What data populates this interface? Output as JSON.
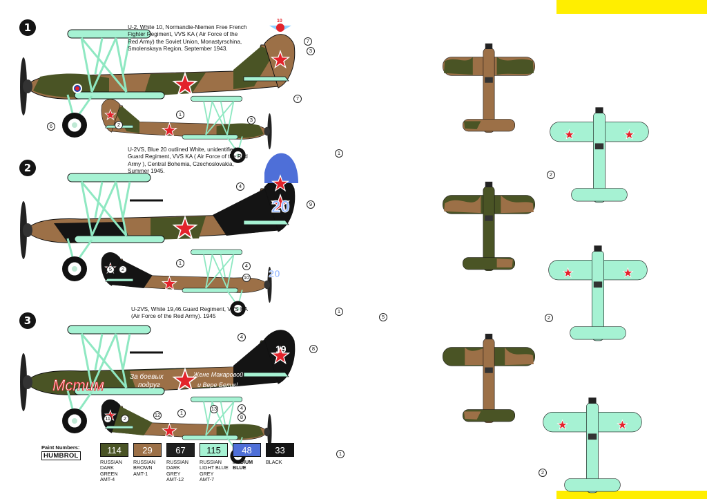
{
  "colors": {
    "dark_green": "#4a5425",
    "brown": "#9c7047",
    "dark_grey": "#202020",
    "light_blue_grey": "#a6f2d3",
    "medium_blue": "#4e6fd8",
    "black": "#141414",
    "red_star": "#e3232b",
    "yellow_band": "#ffee00"
  },
  "profiles": [
    {
      "number": "1",
      "caption_lines": [
        "U-2, White 10, Normandie-Niemen Free French",
        "Fighter Regiment, VVS KA ( Air Force of the",
        "Red Army) the Soviet Union, Monastyrschina,",
        "Smolenskaya Region, September 1943."
      ],
      "emblem_number": "10",
      "callouts_main": [
        "7",
        "3",
        "1",
        "6",
        "2"
      ],
      "callouts_small": [
        "7",
        "3",
        "1"
      ],
      "callouts_plan": [
        "2"
      ]
    },
    {
      "number": "2",
      "caption_lines": [
        "U-2VS, Blue 20 outlined White, unidentified",
        "Guard Regiment, VVS KA ( Air Force of the Red",
        "Army ), Central Bohemia, Czechoslovakia,",
        "Summer 1945."
      ],
      "tail_number": "20",
      "callouts_main": [
        "4",
        "9",
        "1",
        "5",
        "2"
      ],
      "callouts_small": [
        "4",
        "10",
        "1",
        "5"
      ],
      "callouts_plan": [
        "2"
      ]
    },
    {
      "number": "3",
      "caption_lines": [
        "U-2VS, White 19,46.Guard Regiment, VVS KA",
        "(Air Force of the Red Army). 1945"
      ],
      "tail_number": "19",
      "slogan_fuselage": "Мстим",
      "slogan_small_1": "За боевых",
      "slogan_small_2": "подруг",
      "slogan_right_1": "Жене Макаровой",
      "slogan_right_2": "и Вере Белик!",
      "callouts_main": [
        "4",
        "8",
        "11",
        "2",
        "12",
        "1",
        "13"
      ],
      "callouts_small": [
        "4",
        "8",
        "1"
      ],
      "callouts_plan": [
        "2"
      ]
    }
  ],
  "paints": {
    "title": "Paint Numbers:",
    "brand": "HUMBROL",
    "items": [
      {
        "code": "114",
        "label_lines": [
          "RUSSIAN",
          "DARK",
          "GREEN",
          "AMT-4"
        ],
        "bg": "#4a5425",
        "fg": "#ffffff",
        "bold": false
      },
      {
        "code": "29",
        "label_lines": [
          "RUSSIAN",
          "BROWN",
          "AMT-1"
        ],
        "bg": "#9c7047",
        "fg": "#ffffff",
        "bold": false
      },
      {
        "code": "67",
        "label_lines": [
          "RUSSIAN",
          "DARK",
          "GREY",
          "AMT-12"
        ],
        "bg": "#202020",
        "fg": "#ffffff",
        "bold": false
      },
      {
        "code": "115",
        "label_lines": [
          "RUSSIAN",
          "LIGHT BLUE",
          "GREY",
          "AMT-7"
        ],
        "bg": "#a6f2d3",
        "fg": "#111111",
        "bold": false
      },
      {
        "code": "48",
        "label_lines": [
          "MEDIUM",
          "BLUE"
        ],
        "bg": "#4e6fd8",
        "fg": "#ffffff",
        "bold": true
      },
      {
        "code": "33",
        "label_lines": [
          "BLACK"
        ],
        "bg": "#141414",
        "fg": "#ffffff",
        "bold": false
      }
    ]
  }
}
